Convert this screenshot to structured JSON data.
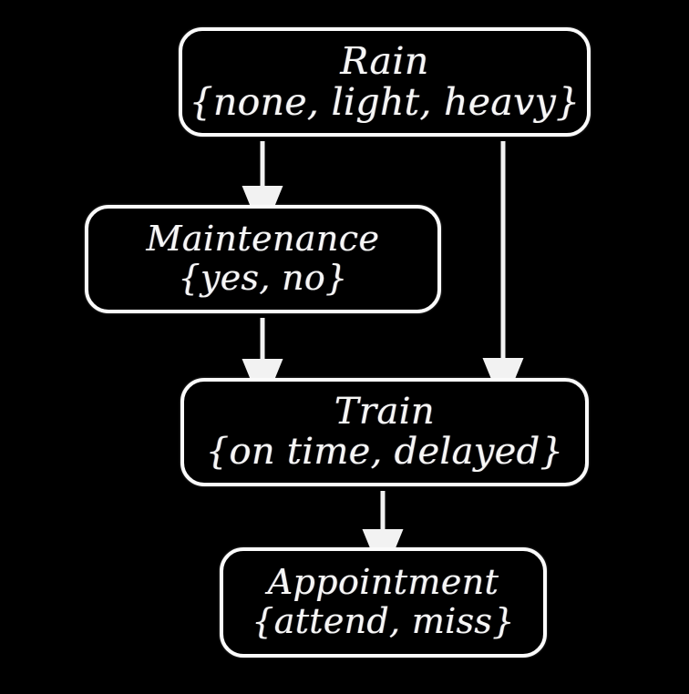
{
  "diagram": {
    "type": "bayesian-network",
    "title": "",
    "background_color": "#000000",
    "node_border_color": "#fbfbfb",
    "text_color": "#f7f7f5",
    "edge_color": "#f2f2f2",
    "nodes": [
      {
        "id": "rain",
        "name": "Rain",
        "states_label": "{none, light, heavy}",
        "states": [
          "none",
          "light",
          "heavy"
        ]
      },
      {
        "id": "maintenance",
        "name": "Maintenance",
        "states_label": "{yes, no}",
        "states": [
          "yes",
          "no"
        ]
      },
      {
        "id": "train",
        "name": "Train",
        "states_label": "{on time, delayed}",
        "states": [
          "on time",
          "delayed"
        ]
      },
      {
        "id": "appointment",
        "name": "Appointment",
        "states_label": "{attend, miss}",
        "states": [
          "attend",
          "miss"
        ]
      }
    ],
    "edges": [
      {
        "id": "rain-to-maintenance",
        "from": "rain",
        "to": "maintenance"
      },
      {
        "id": "rain-to-train",
        "from": "rain",
        "to": "train"
      },
      {
        "id": "maintenance-to-train",
        "from": "maintenance",
        "to": "train"
      },
      {
        "id": "train-to-appointment",
        "from": "train",
        "to": "appointment"
      }
    ]
  }
}
